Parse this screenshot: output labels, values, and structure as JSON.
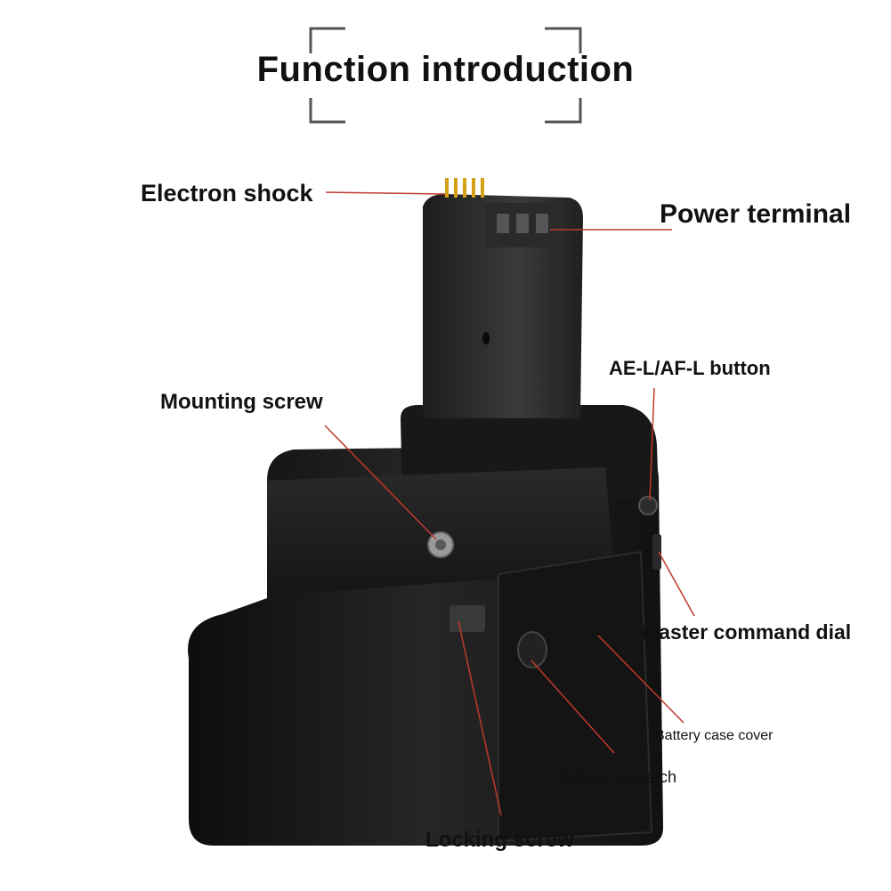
{
  "title": "Function introduction",
  "labels": {
    "electron_shock": "Electron shock",
    "power_terminal": "Power terminal",
    "ael_afl_button": "AE-L/AF-L button",
    "mounting_screw": "Mounting screw",
    "master_command_dial": "Master command dial",
    "battery_case_cover": "Battery case cover",
    "battery_box_latch": "Battery box latch",
    "locking_screw": "Locking screw"
  },
  "colors": {
    "leader_line": "#c0392b",
    "product_body": "#1a1a1a",
    "pins": "#d4a017",
    "bracket": "#555555"
  }
}
